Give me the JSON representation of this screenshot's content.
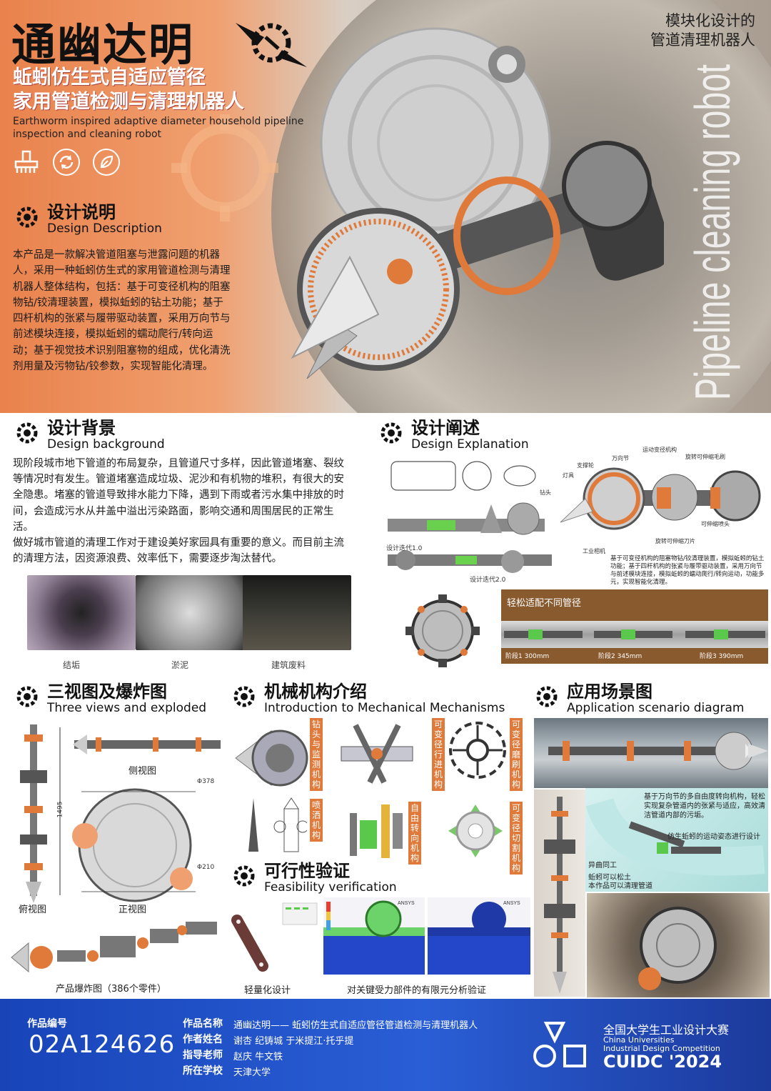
{
  "hero": {
    "title": "通幽达明",
    "subtitle_line1": "蚯蚓仿生式自适应管径",
    "subtitle_line2": "家用管道检测与清理机器人",
    "subtitle_en": "Earthworm inspired adaptive diameter household pipeline inspection and cleaning robot",
    "tagline_line1": "模块化设计的",
    "tagline_line2": "管道清理机器人",
    "vertical_en": "Pipeline cleaning robot",
    "icons": [
      "brush-icon",
      "recycle-icon",
      "leaf-icon"
    ]
  },
  "design_description": {
    "title_cn": "设计说明",
    "title_en": "Design Description",
    "text": "本产品是一款解决管道阻塞与泄露问题的机器人，采用一种蚯蚓仿生式的家用管道检测与清理机器人整体结构，包括：基于可变径机构的阻塞物钻/铰清理装置，模拟蚯蚓的钻土功能；基于四杆机构的张紧与履带驱动装置，采用万向节与前述模块连接，模拟蚯蚓的蠕动爬行/转向运动；基于视觉技术识别阻塞物的组成，优化清洗剂用量及污物钻/铰参数，实现智能化清理。"
  },
  "design_background": {
    "title_cn": "设计背景",
    "title_en": "Design background",
    "text": "现阶段城市地下管道的布局复杂，且管道尺寸多样，因此管道堵塞、裂纹等情况时有发生。管道堵塞造成垃圾、泥沙和有机物的堆积，有很大的安全隐患。堵塞的管道导致排水能力下降，遇到下雨或者污水集中排放的时间，会造成污水从井盖中溢出污染路面，影响交通和周围居民的正常生活。\n做好城市管道的清理工作对于建设美好家园具有重要的意义。而目前主流的清理方法，因资源浪费、效率低下，需要逐步淘汰替代。",
    "photos": [
      "结垢",
      "淤泥",
      "建筑废料"
    ]
  },
  "design_explanation": {
    "title_cn": "设计阐述",
    "title_en": "Design Explanation",
    "iter1": "设计迭代1.0",
    "iter2": "设计迭代2.0",
    "labels": [
      "万向节",
      "支撑轮",
      "运动变径机构",
      "旋转可伸缩毛刷",
      "可伸缩喷头",
      "旋转可伸缩刀片",
      "工业相机",
      "钻头",
      "灯具"
    ],
    "note": "基于可变径机构的阻塞物钻/铰清理装置，模拟蚯蚓的钻土功能；基于四杆机构的张紧与履带驱动装置，采用万向节与前述模块连接，模拟蚯蚓的蠕动爬行/转向运动，功能多元，实现智能化清理。",
    "adapt_title": "轻松适配不同管径",
    "stages": [
      "阶段1  300mm",
      "阶段2  345mm",
      "阶段3  390mm"
    ]
  },
  "three_views": {
    "title_cn": "三视图及爆炸图",
    "title_en": "Three views and exploded",
    "side": "侧视图",
    "top": "俯视图",
    "front": "正视图",
    "dim_length": "1495",
    "dim_d1": "Φ378",
    "dim_d2": "Φ210",
    "exploded": "产品爆炸图（386个零件）"
  },
  "mechanisms": {
    "title_cn": "机械机构介绍",
    "title_en": "Introduction to Mechanical Mechanisms",
    "labels": [
      "钻头与监测机构",
      "可变径行进机构",
      "可变径磨刷机构",
      "喷洒机构",
      "自由转向机构",
      "可变径切割机构"
    ]
  },
  "feasibility": {
    "title_cn": "可行性验证",
    "title_en": "Feasibility verification",
    "light": "轻量化设计",
    "fea": "对关键受力部件的有限元分析验证",
    "ansys": "ANSYS"
  },
  "application": {
    "title_cn": "应用场景图",
    "title_en": "Application scenario diagram",
    "note1": "基于万向节的多自由度转向机构，轻松实现复杂管道内的张紧与适应，高效清洁管道内部的污垢。",
    "note2": "仿生蚯蚓的运动姿态进行设计",
    "note3_title": "异曲同工",
    "note3_l1": "蚯蚓可以松土",
    "note3_l2": "本作品可以清理管道"
  },
  "footer": {
    "code_label": "作品编号",
    "code": "02A124626",
    "name_label": "作品名称",
    "name": "通幽达明—— 蚯蚓仿生式自适应管径管道检测与清理机器人",
    "author_label": "作者姓名",
    "authors": "谢杏 纪铸城 于米提江·托乎提",
    "teacher_label": "指导老师",
    "teachers": "赵庆 牛文铁",
    "school_label": "所在学校",
    "school": "天津大学",
    "comp_cn": "全国大学生工业设计大赛",
    "comp_en1": "China Universities",
    "comp_en2": "Industrial Design Competition",
    "comp_short": "CUIDC '2024"
  },
  "colors": {
    "accent": "#e07a3a",
    "footer": "#2453c9"
  }
}
